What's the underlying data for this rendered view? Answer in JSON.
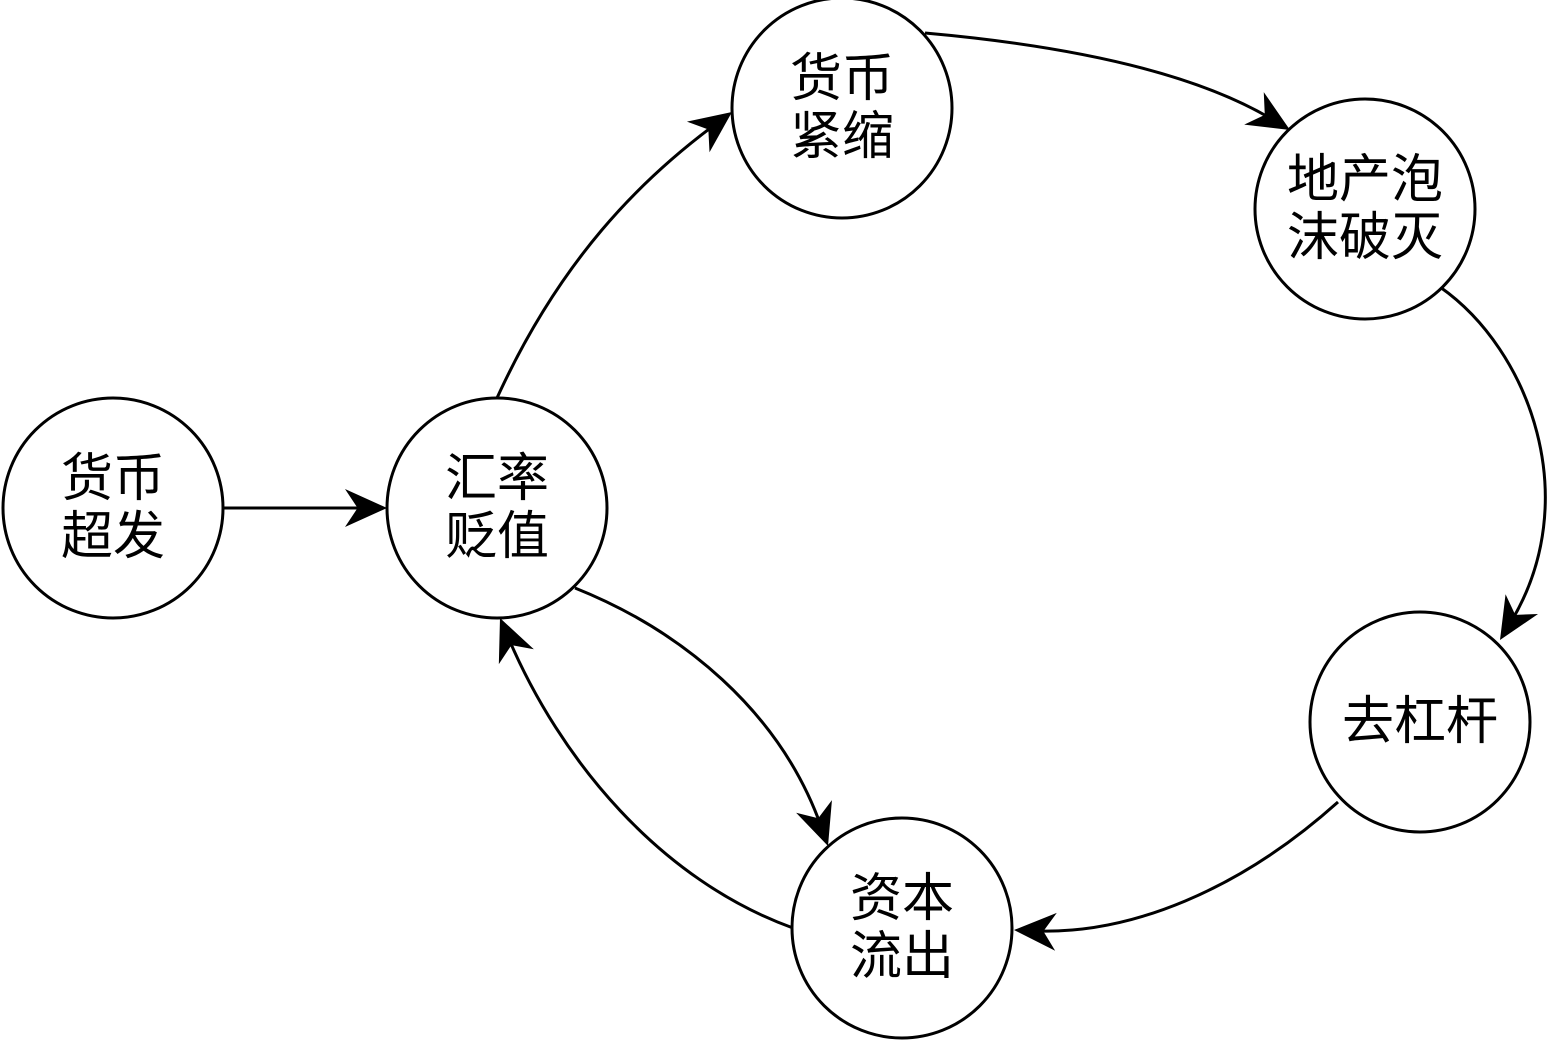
{
  "diagram": {
    "nodes": [
      {
        "id": "money-oversupply",
        "lines": [
          "货币",
          "超发"
        ]
      },
      {
        "id": "currency-depreciation",
        "lines": [
          "汇率",
          "贬值"
        ]
      },
      {
        "id": "monetary-tightening",
        "lines": [
          "货币",
          "紧缩"
        ]
      },
      {
        "id": "property-bubble-burst",
        "lines": [
          "地产泡",
          "沫破灭"
        ]
      },
      {
        "id": "deleveraging",
        "lines": [
          "去杠杆"
        ]
      },
      {
        "id": "capital-outflow",
        "lines": [
          "资本",
          "流出"
        ]
      }
    ],
    "edges": [
      {
        "from": "money-oversupply",
        "to": "currency-depreciation"
      },
      {
        "from": "currency-depreciation",
        "to": "monetary-tightening"
      },
      {
        "from": "monetary-tightening",
        "to": "property-bubble-burst"
      },
      {
        "from": "property-bubble-burst",
        "to": "deleveraging"
      },
      {
        "from": "deleveraging",
        "to": "capital-outflow"
      },
      {
        "from": "currency-depreciation",
        "to": "capital-outflow"
      },
      {
        "from": "capital-outflow",
        "to": "currency-depreciation"
      }
    ]
  }
}
